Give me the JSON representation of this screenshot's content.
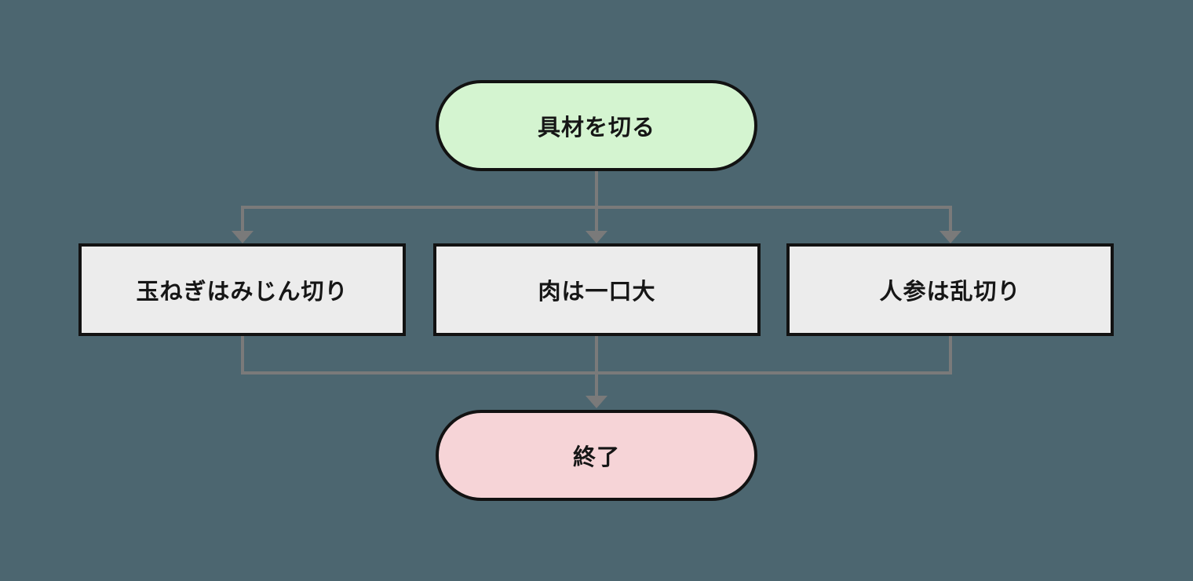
{
  "diagram": {
    "type": "flowchart",
    "direction": "top-down",
    "nodes": {
      "start": {
        "label": "具材を切る",
        "shape": "stadium",
        "fill": "#d4f4d0"
      },
      "onion": {
        "label": "玉ねぎはみじん切り",
        "shape": "rectangle",
        "fill": "#ececec"
      },
      "meat": {
        "label": "肉は一口大",
        "shape": "rectangle",
        "fill": "#ececec"
      },
      "carrot": {
        "label": "人参は乱切り",
        "shape": "rectangle",
        "fill": "#ececec"
      },
      "end": {
        "label": "終了",
        "shape": "stadium",
        "fill": "#f6d4d7"
      }
    },
    "edges": [
      {
        "from": "start",
        "to": "onion"
      },
      {
        "from": "start",
        "to": "meat"
      },
      {
        "from": "start",
        "to": "carrot"
      },
      {
        "from": "onion",
        "to": "end"
      },
      {
        "from": "meat",
        "to": "end"
      },
      {
        "from": "carrot",
        "to": "end"
      }
    ]
  },
  "colors": {
    "background": "#4c6670",
    "connector": "#7a7a7a",
    "node_border": "#121212",
    "start_fill": "#d4f4d0",
    "end_fill": "#f6d4d7",
    "process_fill": "#ececec",
    "text_color": "#161616"
  }
}
